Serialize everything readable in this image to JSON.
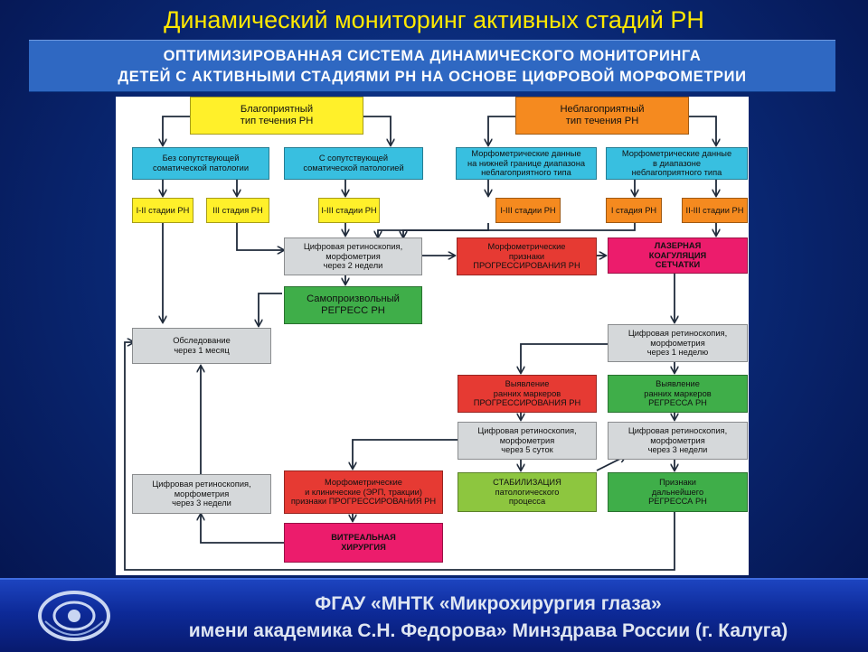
{
  "slide": {
    "title": "Динамический мониторинг активных стадий РН",
    "banner_line1": "ОПТИМИЗИРОВАННАЯ СИСТЕМА ДИНАМИЧЕСКОГО МОНИТОРИНГА",
    "banner_line2": "ДЕТЕЙ С АКТИВНЫМИ СТАДИЯМИ РН НА ОСНОВЕ ЦИФРОВОЙ МОРФОМЕТРИИ"
  },
  "colors": {
    "yellow": "#fff02a",
    "orange": "#f58a1f",
    "cyan": "#38bfe0",
    "gray": "#d5d8da",
    "red": "#e63a33",
    "green": "#3fae49",
    "magenta": "#ec1c6c",
    "lime": "#8dc63f",
    "title_text": "#ffe800",
    "banner": "#2f68c2"
  },
  "diagram": {
    "favorable": [
      "Благоприятный",
      "тип течения РН"
    ],
    "unfavorable": [
      "Неблагоприятный",
      "тип течения РН"
    ],
    "no_pathology": [
      "Без сопутствующей",
      "соматической патологии"
    ],
    "with_pathology": [
      "С сопутствующей",
      "соматической патологией"
    ],
    "morpho_lower": [
      "Морфометрические данные",
      "на нижней границе диапазона",
      "неблагоприятного типа"
    ],
    "morpho_range": [
      "Морфометрические данные",
      "в диапазоне",
      "неблагоприятного типа"
    ],
    "stage_1_2": "I-II стадии РН",
    "stage_3": "III стадия РН",
    "stage_1_3_a": "I-III стадии РН",
    "stage_1_3_b": "I-III стадии РН",
    "stage_1": "I стадия РН",
    "stage_2_3": "II-III стадии РН",
    "retino_2w": [
      "Цифровая ретиноскопия,",
      "морфометрия",
      "через 2 недели"
    ],
    "progress_signs": [
      "Морфометрические",
      "признаки",
      "ПРОГРЕССИРОВАНИЯ РН"
    ],
    "laser": [
      "ЛАЗЕРНАЯ",
      "КОАГУЛЯЦИЯ",
      "СЕТЧАТКИ"
    ],
    "spont_regress": [
      "Самопроизвольный",
      "РЕГРЕСС РН"
    ],
    "exam_1m": [
      "Обследование",
      "через 1 месяц"
    ],
    "retino_1w": [
      "Цифровая ретиноскопия,",
      "морфометрия",
      "через 1 неделю"
    ],
    "early_progress": [
      "Выявление",
      "ранних маркеров",
      "ПРОГРЕССИРОВАНИЯ РН"
    ],
    "early_regress": [
      "Выявление",
      "ранних маркеров",
      "РЕГРЕССА РН"
    ],
    "retino_5d": [
      "Цифровая ретиноскопия,",
      "морфометрия",
      "через 5 суток"
    ],
    "retino_3w_right": [
      "Цифровая ретиноскопия,",
      "морфометрия",
      "через 3 недели"
    ],
    "retino_3w_left": [
      "Цифровая ретиноскопия,",
      "морфометрия",
      "через 3 недели"
    ],
    "clinical_progress": [
      "Морфометрические",
      "и клинические (ЭРП, тракции)",
      "признаки ПРОГРЕССИРОВАНИЯ РН"
    ],
    "stabilization": [
      "СТАБИЛИЗАЦИЯ",
      "патологического",
      "процесса"
    ],
    "further_regress": [
      "Признаки",
      "дальнейшего",
      "РЕГРЕССА РН"
    ],
    "vitreal": [
      "ВИТРЕАЛЬНАЯ",
      "ХИРУРГИЯ"
    ]
  },
  "footer": {
    "line1": "ФГАУ «МНТК «Микрохирургия глаза»",
    "line2": "имени академика С.Н. Федорова» Минздрава России (г. Калуга)",
    "logo_icon": "eye-logo-icon"
  }
}
